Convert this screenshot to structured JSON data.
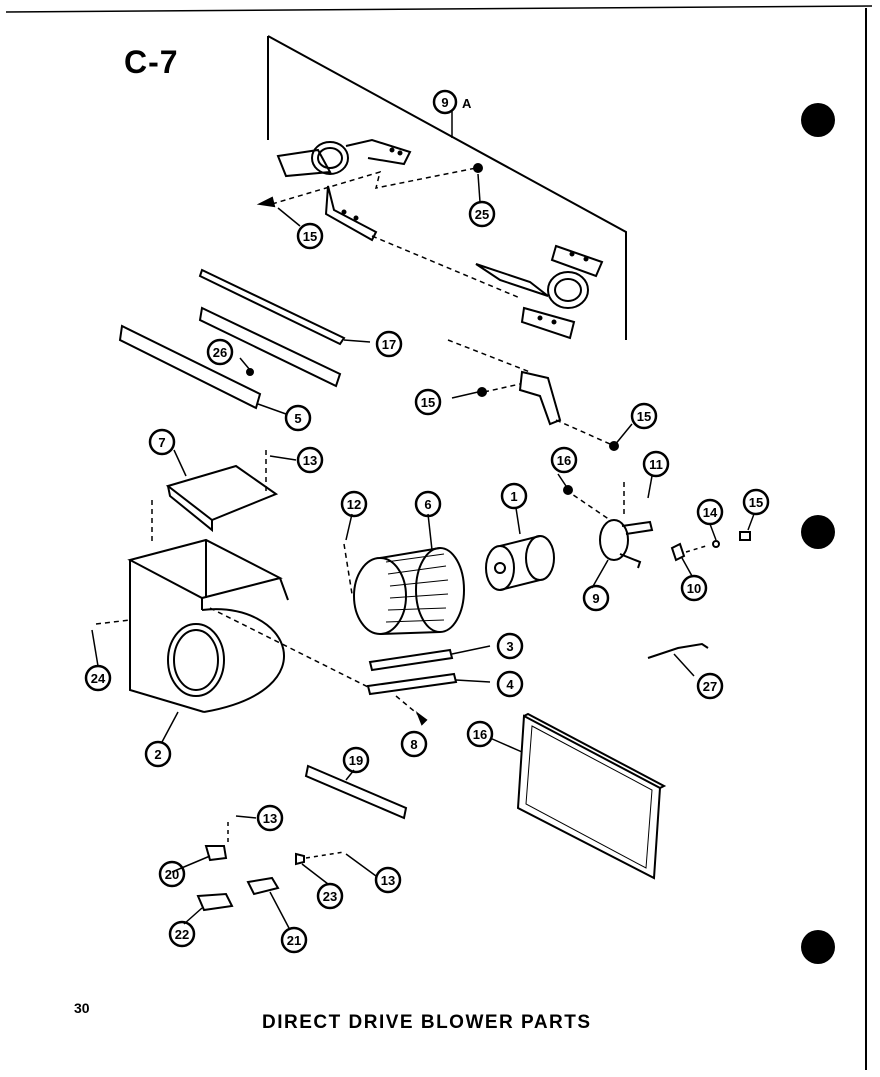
{
  "page": {
    "code": "C-7",
    "number": "30",
    "caption": "DIRECT DRIVE BLOWER PARTS"
  },
  "callouts": {
    "c9a": "9",
    "c9a_suffix": "A",
    "c25": "25",
    "c15a": "15",
    "c17": "17",
    "c26": "26",
    "c5": "5",
    "c15b": "15",
    "c15c": "15",
    "c7": "7",
    "c13a": "13",
    "c16a": "16",
    "c11": "11",
    "c12": "12",
    "c6": "6",
    "c1": "1",
    "c14": "14",
    "c15d": "15",
    "c9": "9",
    "c10": "10",
    "c24": "24",
    "c3": "3",
    "c4": "4",
    "c27": "27",
    "c2": "2",
    "c8": "8",
    "c16b": "16",
    "c19": "19",
    "c13b": "13",
    "c20": "20",
    "c23": "23",
    "c13c": "13",
    "c22": "22",
    "c21": "21"
  }
}
